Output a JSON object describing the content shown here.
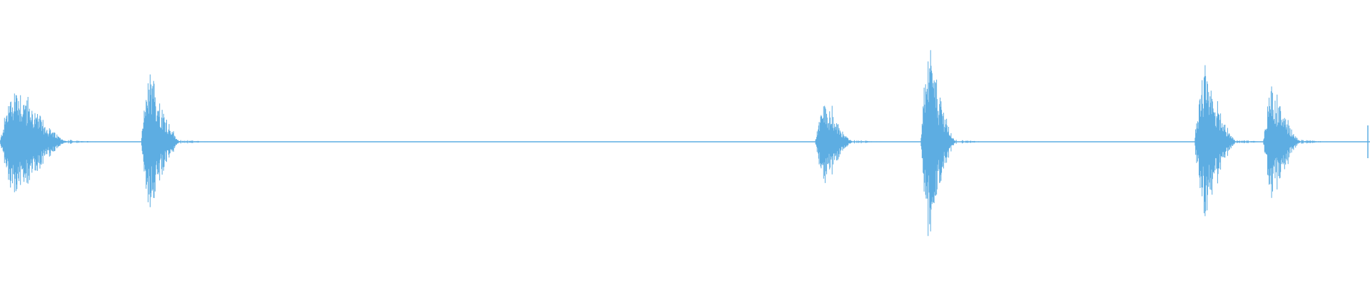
{
  "waveform": {
    "color": "#5dade2",
    "background": "#ffffff",
    "bursts": [
      {
        "start": 0.0,
        "end": 0.05,
        "peak": 0.62
      },
      {
        "start": 0.103,
        "end": 0.132,
        "peak": 0.71
      },
      {
        "start": 0.595,
        "end": 0.623,
        "peak": 0.44
      },
      {
        "start": 0.672,
        "end": 0.698,
        "peak": 0.98
      },
      {
        "start": 0.872,
        "end": 0.903,
        "peak": 0.78
      },
      {
        "start": 0.922,
        "end": 0.95,
        "peak": 0.58
      }
    ]
  }
}
